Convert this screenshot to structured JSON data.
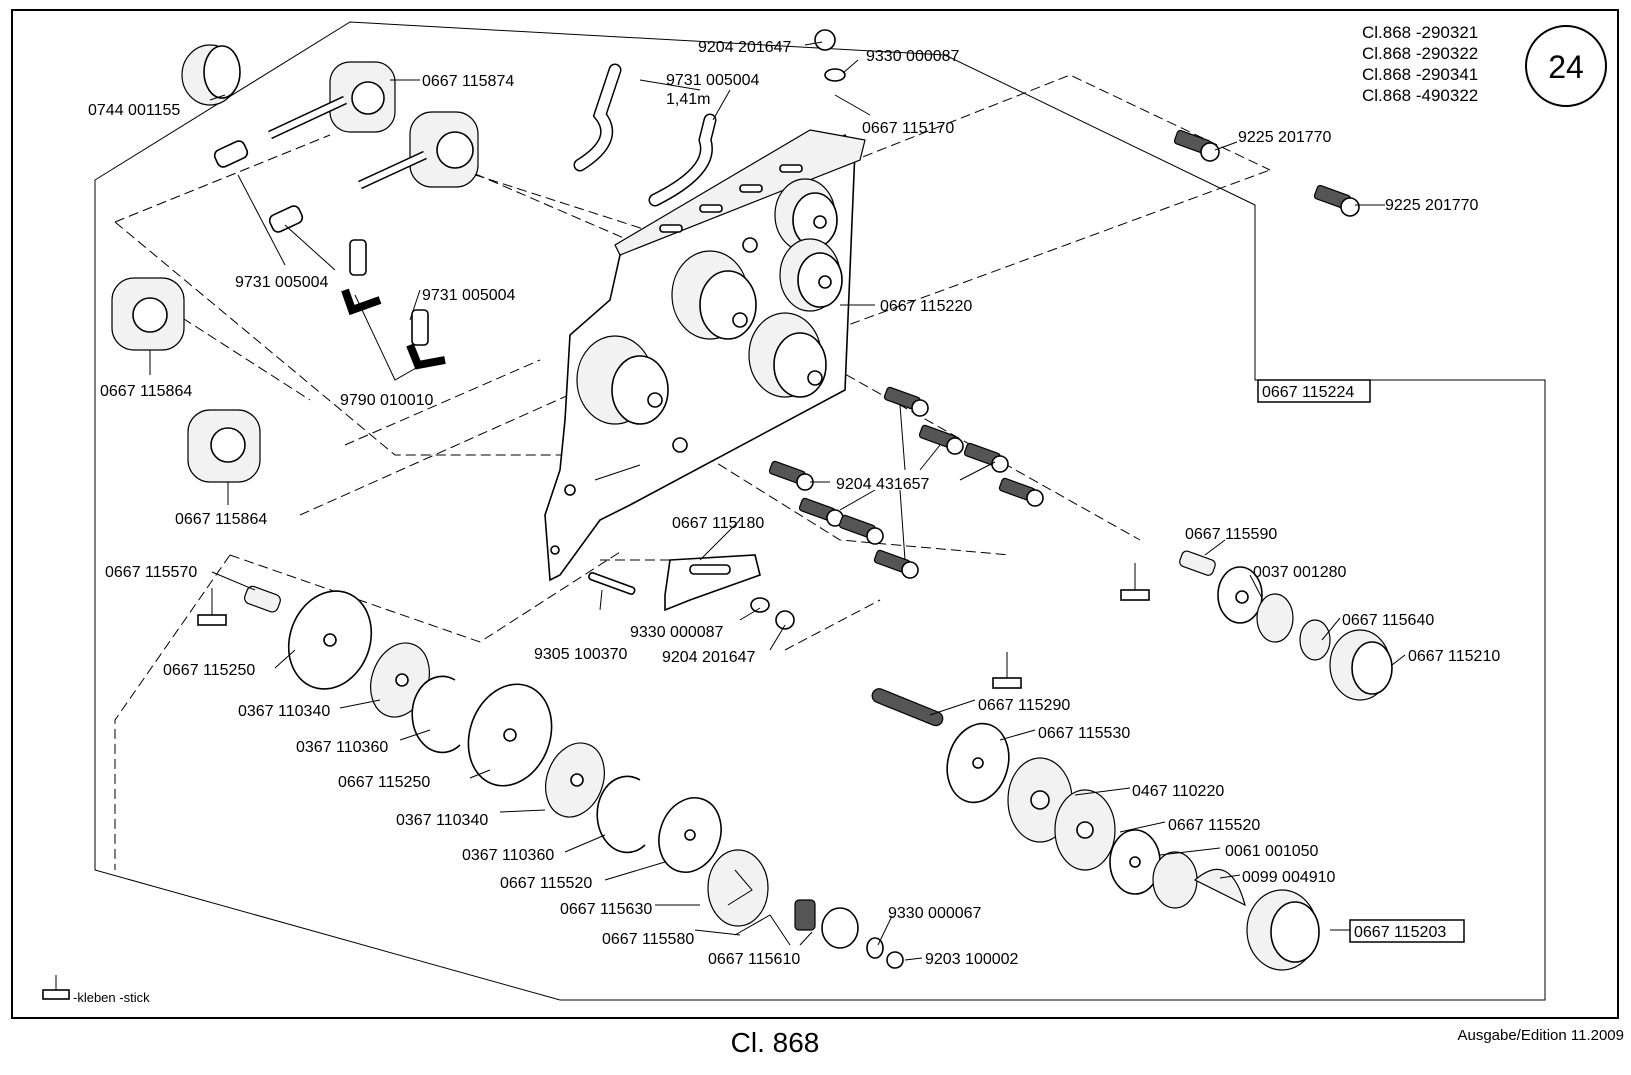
{
  "header": {
    "class_lines": [
      "Cl.868 -290321",
      "Cl.868 -290322",
      "Cl.868 -290341",
      "Cl.868 -490322"
    ],
    "page_number": "24"
  },
  "footer": {
    "class_title": "Cl. 868",
    "edition": "Ausgabe/Edition  11.2009"
  },
  "legend": {
    "icon": "glue-brush-icon",
    "text": "-kleben -stick"
  },
  "parts": {
    "p0744_001155": "0744 001155",
    "p0667_115874": "0667 115874",
    "p9204_201647_top": "9204 201647",
    "p9330_000087_top": "9330 000087",
    "p9731_005004_hose": "9731 005004",
    "p1_41m": "1,41m",
    "p0667_115170": "0667 115170",
    "p9225_201770_a": "9225 201770",
    "p9225_201770_b": "9225 201770",
    "p9731_005004_a": "9731 005004",
    "p9731_005004_b": "9731 005004",
    "p9790_010010": "9790 010010",
    "p0667_115864_a": "0667 115864",
    "p0667_115864_b": "0667 115864",
    "p0667_115220": "0667 115220",
    "p0667_115224": "0667 115224",
    "p9204_431657": "9204 431657",
    "p0667_115180": "0667 115180",
    "p9330_000087_mid": "9330 000087",
    "p9204_201647_mid": "9204 201647",
    "p9305_100370": "9305 100370",
    "p0667_115570": "0667 115570",
    "p0667_115250_a": "0667 115250",
    "p0367_110340_a": "0367 110340",
    "p0367_110360_a": "0367 110360",
    "p0667_115250_b": "0667 115250",
    "p0367_110340_b": "0367 110340",
    "p0367_110360_b": "0367 110360",
    "p0667_115520_a": "0667 115520",
    "p0667_115630": "0667 115630",
    "p0667_115580": "0667 115580",
    "p0667_115610": "0667 115610",
    "p9330_000067": "9330 000067",
    "p9203_100002": "9203 100002",
    "p0667_115590": "0667 115590",
    "p0037_001280": "0037 001280",
    "p0667_115640": "0667 115640",
    "p0667_115210": "0667 115210",
    "p0667_115290": "0667 115290",
    "p0667_115530": "0667 115530",
    "p0467_110220": "0467 110220",
    "p0667_115520_b": "0667 115520",
    "p0061_001050": "0061 001050",
    "p0099_004910": "0099 004910",
    "p0667_115203": "0667 115203"
  }
}
